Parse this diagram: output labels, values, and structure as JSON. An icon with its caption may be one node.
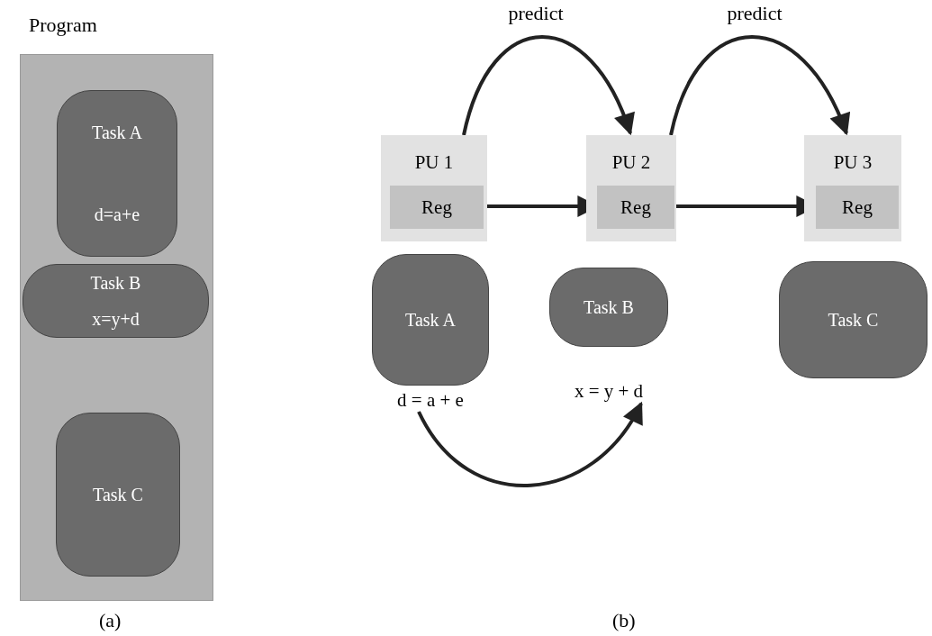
{
  "diagram": {
    "nodes": [
      {
        "text": [
          "Program"
        ]
      },
      {
        "text": [
          "Task A",
          "d=a+e"
        ],
        "in": 0
      },
      {
        "text": [
          "Task B",
          "x=y+d"
        ],
        "in": 0
      },
      {
        "text": [
          "Task C"
        ],
        "in": 0
      },
      {
        "text": [
          "PU 1"
        ]
      },
      {
        "text": [
          "Reg"
        ],
        "in": 4
      },
      {
        "text": [
          "PU 2"
        ]
      },
      {
        "text": [
          "Reg"
        ],
        "in": 6
      },
      {
        "text": [
          "PU 3"
        ]
      },
      {
        "text": [
          "Reg"
        ],
        "in": 8
      },
      {
        "text": [
          "Task A"
        ],
        "beside": [
          "d = a + e"
        ]
      },
      {
        "text": [
          "Task B"
        ],
        "beside": [
          "x = y + d"
        ]
      },
      {
        "text": [
          "Task C"
        ]
      }
    ],
    "edges": [
      {
        "from": 4,
        "to": 6,
        "arrow": "to",
        "label": "predict"
      },
      {
        "from": 6,
        "to": 8,
        "arrow": "to",
        "label": "predict"
      },
      {
        "from": 5,
        "to": 7,
        "arrow": "to"
      },
      {
        "from": 7,
        "to": 9,
        "arrow": "to"
      },
      {
        "from": 10,
        "to": 11,
        "arrow": "to"
      }
    ],
    "labels": [
      "(a)",
      "(b)"
    ]
  }
}
